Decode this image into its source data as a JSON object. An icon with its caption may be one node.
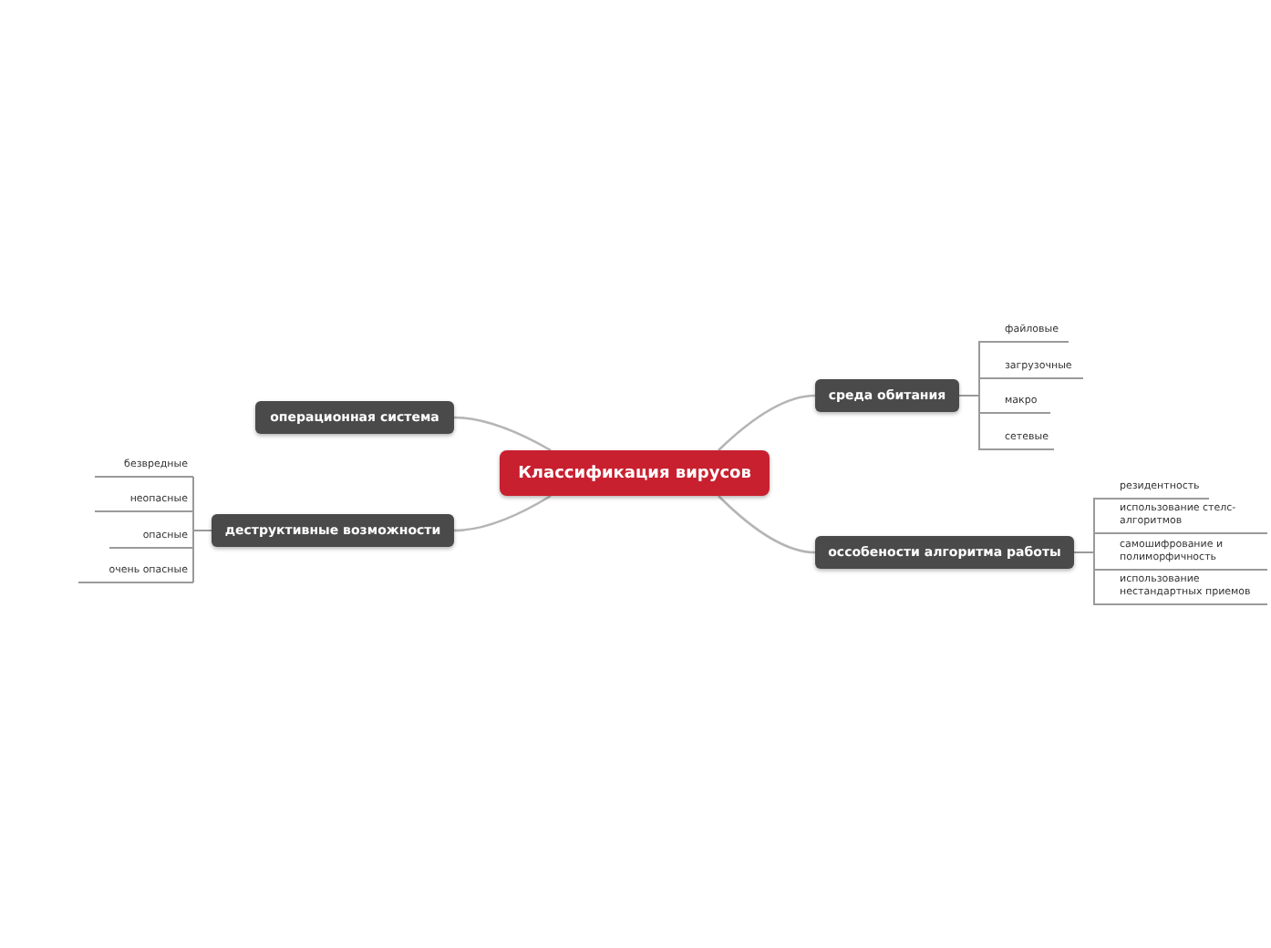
{
  "diagram": {
    "nodes": [
      {
        "text": [
          "Классификация вирусов"
        ]
      },
      {
        "text": [
          "операционная система"
        ]
      },
      {
        "text": [
          "деструктивные возможности"
        ]
      },
      {
        "text": [
          "безвредные"
        ]
      },
      {
        "text": [
          "неопасные"
        ]
      },
      {
        "text": [
          "опасные"
        ]
      },
      {
        "text": [
          "очень опасные"
        ]
      },
      {
        "text": [
          "среда обитания"
        ]
      },
      {
        "text": [
          "файловые"
        ]
      },
      {
        "text": [
          "загрузочные"
        ]
      },
      {
        "text": [
          "макро"
        ]
      },
      {
        "text": [
          "сетевые"
        ]
      },
      {
        "text": [
          "оссобености алгоритма работы"
        ]
      },
      {
        "text": [
          "резидентность"
        ]
      },
      {
        "text": [
          "использование стелс-алгоритмов"
        ]
      },
      {
        "text": [
          "самошифрование и полиморфичность"
        ]
      },
      {
        "text": [
          "использование нестандартных приемов"
        ]
      }
    ],
    "edges": [
      {
        "from": 0,
        "to": 1,
        "arrow": "none"
      },
      {
        "from": 0,
        "to": 2,
        "arrow": "none"
      },
      {
        "from": 2,
        "to": 3,
        "arrow": "none"
      },
      {
        "from": 2,
        "to": 4,
        "arrow": "none"
      },
      {
        "from": 2,
        "to": 5,
        "arrow": "none"
      },
      {
        "from": 2,
        "to": 6,
        "arrow": "none"
      },
      {
        "from": 0,
        "to": 7,
        "arrow": "none"
      },
      {
        "from": 7,
        "to": 8,
        "arrow": "none"
      },
      {
        "from": 7,
        "to": 9,
        "arrow": "none"
      },
      {
        "from": 7,
        "to": 10,
        "arrow": "none"
      },
      {
        "from": 7,
        "to": 11,
        "arrow": "none"
      },
      {
        "from": 0,
        "to": 12,
        "arrow": "none"
      },
      {
        "from": 12,
        "to": 13,
        "arrow": "none"
      },
      {
        "from": 12,
        "to": 14,
        "arrow": "none"
      },
      {
        "from": 12,
        "to": 15,
        "arrow": "none"
      },
      {
        "from": 12,
        "to": 16,
        "arrow": "none"
      }
    ]
  }
}
